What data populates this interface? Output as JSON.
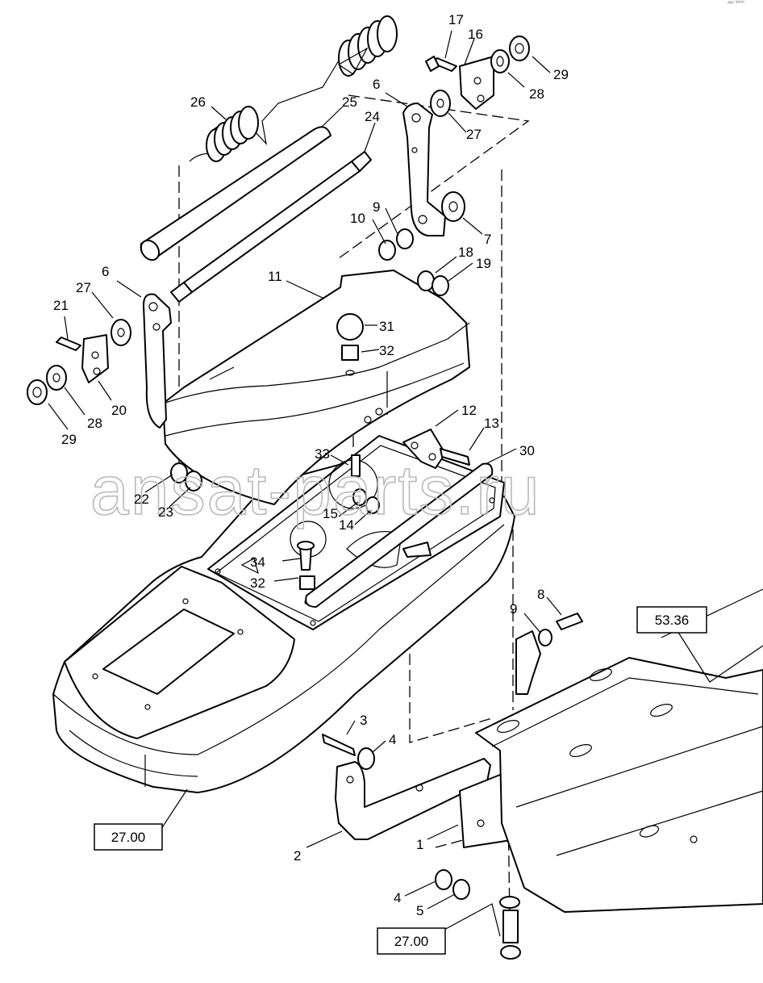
{
  "watermark": "ansat-parts.ru",
  "corner_mark": "ᵃˢᵒ ⁰⁰⁰⁰",
  "ref_boxes": [
    {
      "id": "ref-27-00-left",
      "label": "27.00"
    },
    {
      "id": "ref-27-00-bottom",
      "label": "27.00"
    },
    {
      "id": "ref-53-36",
      "label": "53.36"
    }
  ],
  "callouts": {
    "c1": "1",
    "c2": "2",
    "c3": "3",
    "c4a": "4",
    "c4b": "4",
    "c5": "5",
    "c6a": "6",
    "c6b": "6",
    "c7": "7",
    "c8": "8",
    "c9a": "9",
    "c9b": "9",
    "c10": "10",
    "c11": "11",
    "c12": "12",
    "c13": "13",
    "c14": "14",
    "c15": "15",
    "c16": "16",
    "c17": "17",
    "c18": "18",
    "c19": "19",
    "c20": "20",
    "c21": "21",
    "c22": "22",
    "c23": "23",
    "c24": "24",
    "c25": "25",
    "c26": "26",
    "c27a": "27",
    "c27b": "27",
    "c28a": "28",
    "c28b": "28",
    "c29a": "29",
    "c29b": "29",
    "c30": "30",
    "c31": "31",
    "c32a": "32",
    "c32b": "32",
    "c33": "33",
    "c34": "34"
  }
}
